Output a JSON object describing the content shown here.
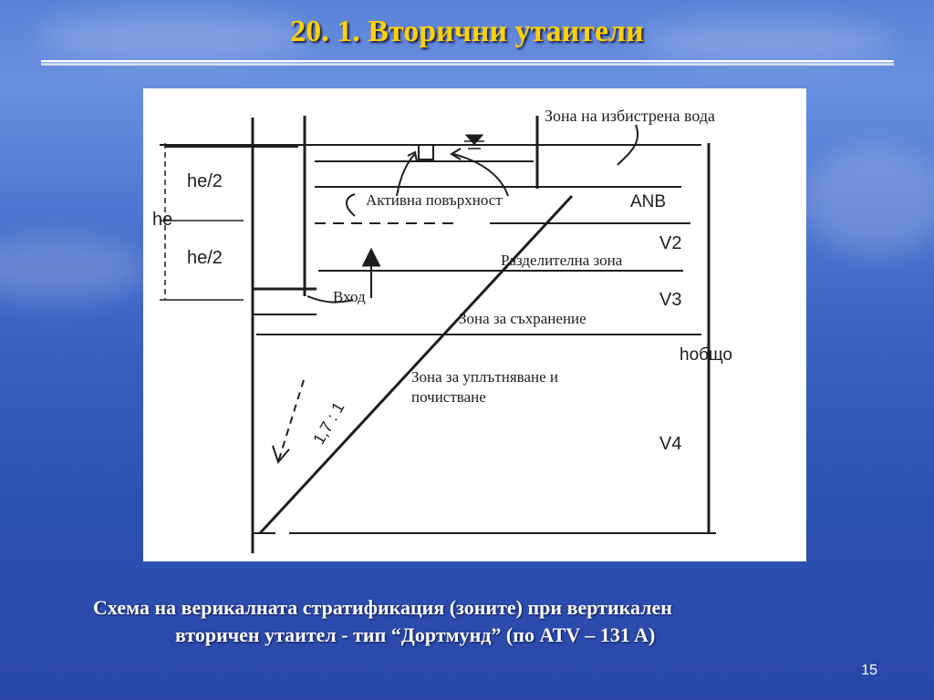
{
  "slide": {
    "title": "20. 1. Вторични утаители",
    "caption_line1": "Схема на верикалната стратификация (зоните) при вертикален",
    "caption_line2": "вторичен утаител - тип “Дортмунд” (по ATV – 131 A)",
    "slide_number": "15"
  },
  "diagram": {
    "labels": {
      "clear_water_zone": "Зона на избистрена вода",
      "active_surface": "Активна повърхност",
      "separation_zone": "Разделителна зона",
      "inlet": "Вход",
      "storage_zone": "Зона за съхранение",
      "thickening_zone_1": "Зона за уплътняване и",
      "thickening_zone_2": "почистване",
      "he_half_top": "he/2",
      "he": "he",
      "he_half_bottom": "he/2",
      "a_nb": "ANB",
      "v2": "V2",
      "v3": "V3",
      "h_total": "hобщо",
      "v4": "V4",
      "slope": "1,7 : 1"
    }
  }
}
